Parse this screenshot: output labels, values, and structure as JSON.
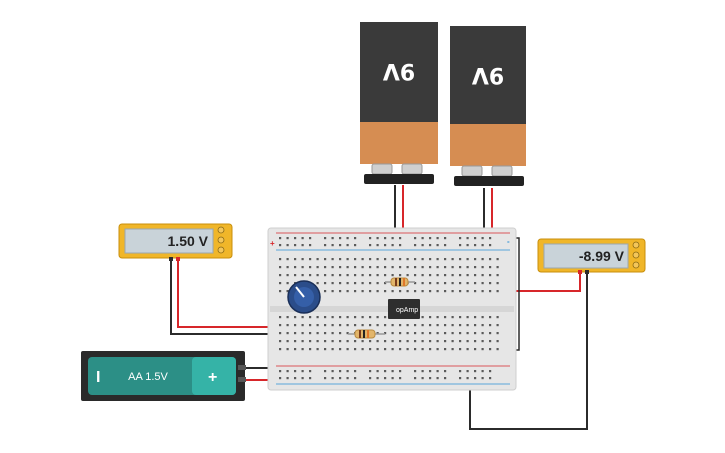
{
  "multimeter_left": {
    "reading": "1.50 V"
  },
  "multimeter_right": {
    "reading": "-8.99 V"
  },
  "battery_9v_left": {
    "label": "9V"
  },
  "battery_9v_right": {
    "label": "9V"
  },
  "battery_aa": {
    "label": "AA 1.5V",
    "minus": "I",
    "plus": "+"
  },
  "opamp": {
    "label": "opAmp"
  },
  "breadboard": {
    "plus": "+",
    "minus": "-"
  },
  "colors": {
    "wire_red": "#d7262a",
    "wire_black": "#2b2b2b",
    "wire_blue": "#2a8fd6",
    "wire_yellow": "#e2c22a",
    "meter_frame": "#f0b629",
    "meter_screen": "#c9d3d9",
    "battery_body": "#3a3a3a",
    "battery_cap": "#d68d52",
    "aa_body": "#2c8f86",
    "potentiometer": "#2b4d8a"
  }
}
